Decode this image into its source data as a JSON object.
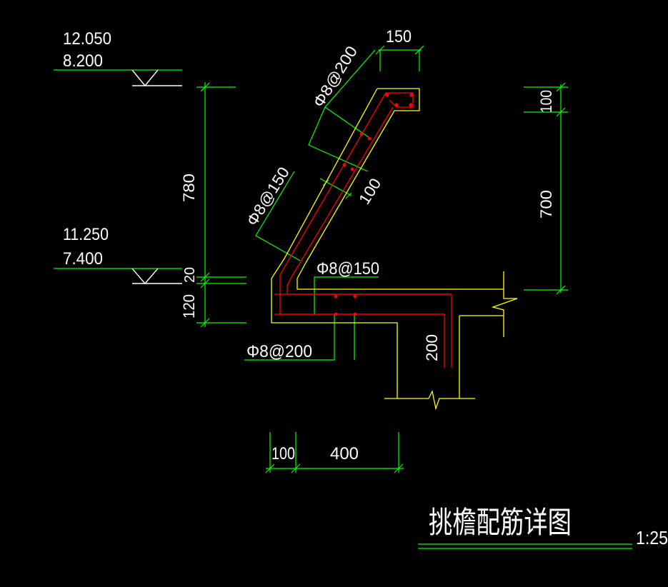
{
  "colors": {
    "background": "#000000",
    "dimension": "#00ff00",
    "concrete_outline": "#ffff00",
    "rebar": "#ff0000",
    "text": "#ffffff"
  },
  "elevations": {
    "upper_line1": "12.050",
    "upper_line2": "8.200",
    "lower_line1": "11.250",
    "lower_line2": "7.400"
  },
  "dimensions": {
    "top_width": "150",
    "right_top": "100",
    "right_main": "700",
    "left_main": "780",
    "left_small": "20",
    "left_slab": "120",
    "slant_thickness": "100",
    "beam_width": "200",
    "bottom_left": "100",
    "bottom_main": "400"
  },
  "rebar_labels": {
    "upper_slant": "Φ8@200",
    "lower_slant": "Φ8@150",
    "slab_top": "Φ8@150",
    "slab_bottom": "Φ8@200"
  },
  "title": {
    "text": "挑檐配筋详图",
    "scale": "1:25"
  }
}
